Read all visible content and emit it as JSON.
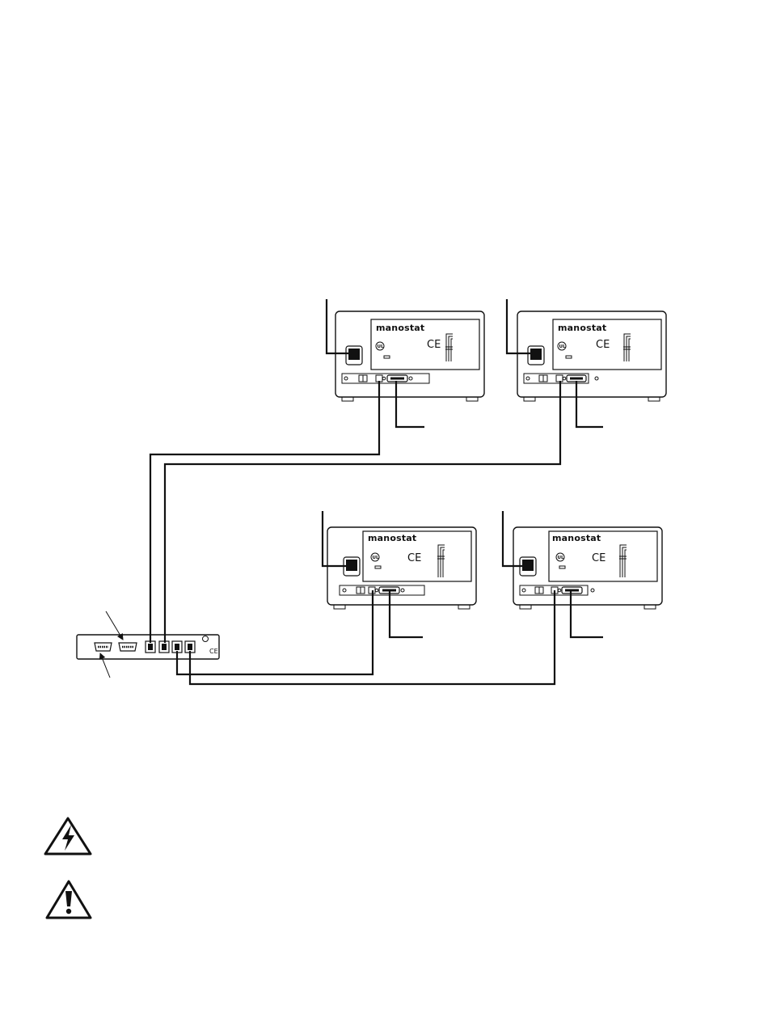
{
  "units": [
    {
      "name": "pump-unit-top-left",
      "brand": "manostat",
      "ce": "CE"
    },
    {
      "name": "pump-unit-top-right",
      "brand": "manostat",
      "ce": "CE"
    },
    {
      "name": "pump-unit-bottom-left",
      "brand": "manostat",
      "ce": "CE"
    },
    {
      "name": "pump-unit-bottom-right",
      "brand": "manostat",
      "ce": "CE"
    }
  ],
  "hub": {
    "ce": "CE"
  },
  "icons": {
    "electrical_warning": "electrical-hazard-icon",
    "caution": "caution-icon"
  },
  "colors": {
    "ink": "#111111",
    "background": "#ffffff"
  }
}
